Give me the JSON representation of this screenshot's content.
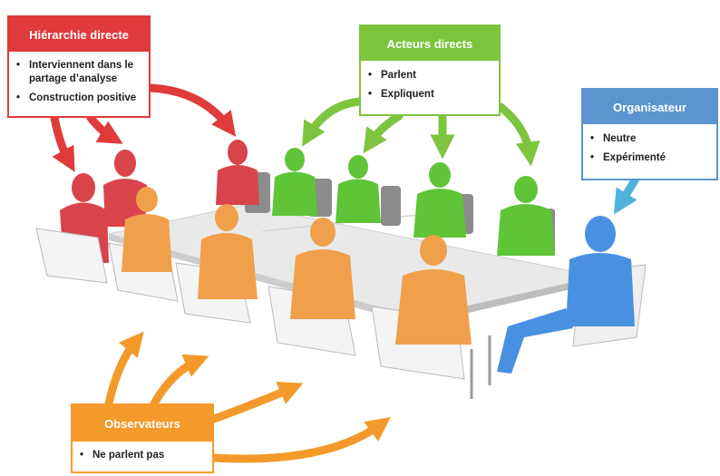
{
  "boxes": {
    "hierarchy": {
      "title": "Hiérarchie directe",
      "items": [
        "Interviennent dans le partage d’analyse",
        "Construction positive"
      ],
      "color": "#e03a3a"
    },
    "actors": {
      "title": "Acteurs directs",
      "items": [
        "Parlent",
        "Expliquent"
      ],
      "color": "#7dc43f"
    },
    "organizer": {
      "title": "Organisateur",
      "items": [
        "Neutre",
        "Expérimenté"
      ],
      "color": "#5b95cf"
    },
    "observers": {
      "title": "Observateurs",
      "items": [
        "Ne parlent pas"
      ],
      "color": "#f39a2b"
    }
  },
  "figures": {
    "red": "#d9434a",
    "green": "#5fc437",
    "orange": "#f0a04b",
    "blue": "#4a90e0"
  }
}
